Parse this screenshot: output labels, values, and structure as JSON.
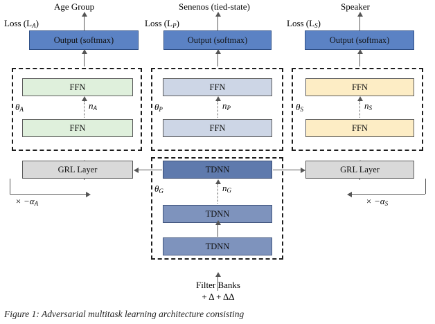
{
  "figure": {
    "caption": "Figure 1: Adversarial multitask learning architecture consisting"
  },
  "top_labels": {
    "age_group": "Age Group",
    "senones": "Senenos (tied-state)",
    "speaker": "Speaker"
  },
  "losses": {
    "age": "Loss (L",
    "age_sub": "A",
    "age_close": ")",
    "phone": "Loss (L",
    "phone_sub": "P",
    "phone_close": ")",
    "speaker": "Loss (L",
    "speaker_sub": "S",
    "speaker_close": ")"
  },
  "branches": {
    "age": {
      "output": "Output (softmax)",
      "ffn_top": "FFN",
      "ffn_bottom": "FFN",
      "theta": "θ",
      "theta_sub": "A",
      "n": "n",
      "n_sub": "A",
      "grl": "GRL Layer",
      "alpha": "× −α",
      "alpha_sub": "A"
    },
    "phone": {
      "output": "Output (softmax)",
      "ffn_top": "FFN",
      "ffn_bottom": "FFN",
      "theta": "θ",
      "theta_sub": "P",
      "n": "n",
      "n_sub": "P"
    },
    "speaker": {
      "output": "Output (softmax)",
      "ffn_top": "FFN",
      "ffn_bottom": "FFN",
      "theta": "θ",
      "theta_sub": "S",
      "n": "n",
      "n_sub": "S",
      "grl": "GRL Layer",
      "alpha": "× −α",
      "alpha_sub": "S"
    }
  },
  "encoder": {
    "tdnn_top": "TDNN",
    "tdnn_mid": "TDNN",
    "tdnn_bottom": "TDNN",
    "theta": "θ",
    "theta_sub": "G",
    "n": "n",
    "n_sub": "G"
  },
  "input": {
    "line1": "Filter Banks",
    "line2": "+ Δ + ΔΔ"
  },
  "colors": {
    "output_box": "#5b82c4",
    "ffn_age": "#dff0dc",
    "ffn_phone": "#cdd6e6",
    "ffn_speaker": "#fdedc5",
    "grl": "#d9d9d9",
    "tdnn": "#7e93bd",
    "tdnn_top": "#5f7aad"
  }
}
